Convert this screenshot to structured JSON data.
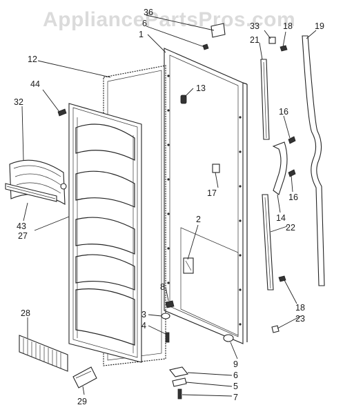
{
  "watermark": "AppliancePartsPros.com",
  "colors": {
    "line": "#222222",
    "watermark": "#bebebe",
    "background": "#ffffff"
  },
  "callouts": {
    "c36": "36",
    "c33": "33",
    "c1": "1",
    "c6a": "6",
    "c18a": "18",
    "c19": "19",
    "c21": "21",
    "c12": "12",
    "c13": "13",
    "c44": "44",
    "c32": "32",
    "c16a": "16",
    "c16b": "16",
    "c17": "17",
    "c14": "14",
    "c22": "22",
    "c43": "43",
    "c27": "27",
    "c2": "2",
    "c8": "8",
    "c3": "3",
    "c4": "4",
    "c18b": "18",
    "c23": "23",
    "c28": "28",
    "c9": "9",
    "c6b": "6",
    "c5": "5",
    "c7": "7",
    "c29": "29"
  }
}
